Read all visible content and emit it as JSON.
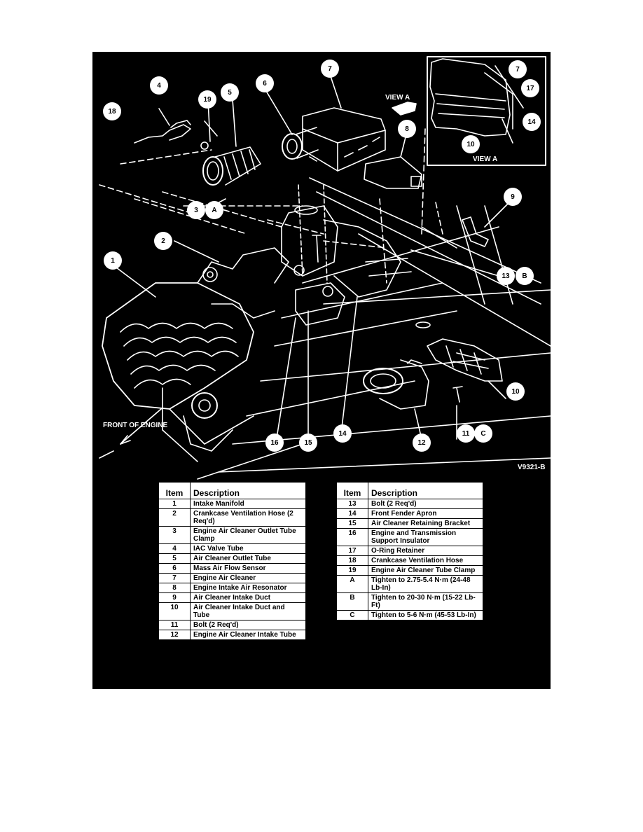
{
  "figure": {
    "view_label": "VIEW A",
    "inset_view_label": "VIEW A",
    "front_label": "FRONT OF ENGINE",
    "figure_code": "V9321-B",
    "callouts": [
      "1",
      "2",
      "3",
      "A",
      "4",
      "5",
      "6",
      "7",
      "8",
      "9",
      "13",
      "B",
      "10",
      "11",
      "C",
      "12",
      "14",
      "15",
      "16",
      "18",
      "19"
    ],
    "inset_callouts": [
      "7",
      "17",
      "14",
      "10"
    ]
  },
  "legend_left": {
    "header_item": "Item",
    "header_desc": "Description",
    "rows": [
      {
        "item": "1",
        "desc": "Intake Manifold"
      },
      {
        "item": "2",
        "desc": "Crankcase Ventilation Hose (2 Req'd)"
      },
      {
        "item": "3",
        "desc": "Engine Air Cleaner Outlet Tube Clamp"
      },
      {
        "item": "4",
        "desc": "IAC Valve Tube"
      },
      {
        "item": "5",
        "desc": "Air Cleaner Outlet Tube"
      },
      {
        "item": "6",
        "desc": "Mass Air Flow Sensor"
      },
      {
        "item": "7",
        "desc": "Engine Air Cleaner"
      },
      {
        "item": "8",
        "desc": "Engine Intake Air Resonator"
      },
      {
        "item": "9",
        "desc": "Air Cleaner Intake Duct"
      },
      {
        "item": "10",
        "desc": "Air Cleaner Intake Duct and Tube"
      },
      {
        "item": "11",
        "desc": "Bolt (2 Req'd)"
      },
      {
        "item": "12",
        "desc": "Engine Air Cleaner Intake Tube"
      }
    ]
  },
  "legend_right": {
    "header_item": "Item",
    "header_desc": "Description",
    "rows": [
      {
        "item": "13",
        "desc": "Bolt (2 Req'd)"
      },
      {
        "item": "14",
        "desc": "Front Fender Apron"
      },
      {
        "item": "15",
        "desc": "Air Cleaner Retaining Bracket"
      },
      {
        "item": "16",
        "desc": "Engine and Transmission Support Insulator"
      },
      {
        "item": "17",
        "desc": "O-Ring Retainer"
      },
      {
        "item": "18",
        "desc": "Crankcase Ventilation Hose"
      },
      {
        "item": "19",
        "desc": "Engine Air Cleaner Tube Clamp"
      },
      {
        "item": "A",
        "desc": "Tighten to 2.75-5.4 N·m (24-48 Lb-In)"
      },
      {
        "item": "B",
        "desc": "Tighten to 20-30 N·m (15-22 Lb-Ft)"
      },
      {
        "item": "C",
        "desc": "Tighten to 5-6 N·m (45-53 Lb-In)"
      }
    ]
  }
}
